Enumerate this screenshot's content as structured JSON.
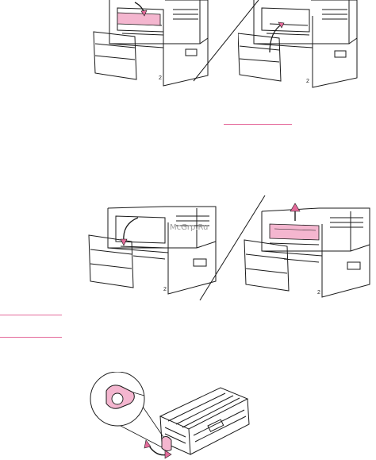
{
  "watermark": "McGrp.Ru",
  "figures": [
    {
      "name": "figure-close-front-door",
      "callout": "2"
    },
    {
      "name": "figure-open-front-door",
      "callout": "2"
    },
    {
      "name": "figure-lift-cartridge-door",
      "callout": "2"
    },
    {
      "name": "figure-remove-cartridge",
      "callout": "2"
    }
  ],
  "colors": {
    "accent": "#e46a9a",
    "highlight_fill": "#f4b6cf",
    "line": "#1a1a1a"
  }
}
